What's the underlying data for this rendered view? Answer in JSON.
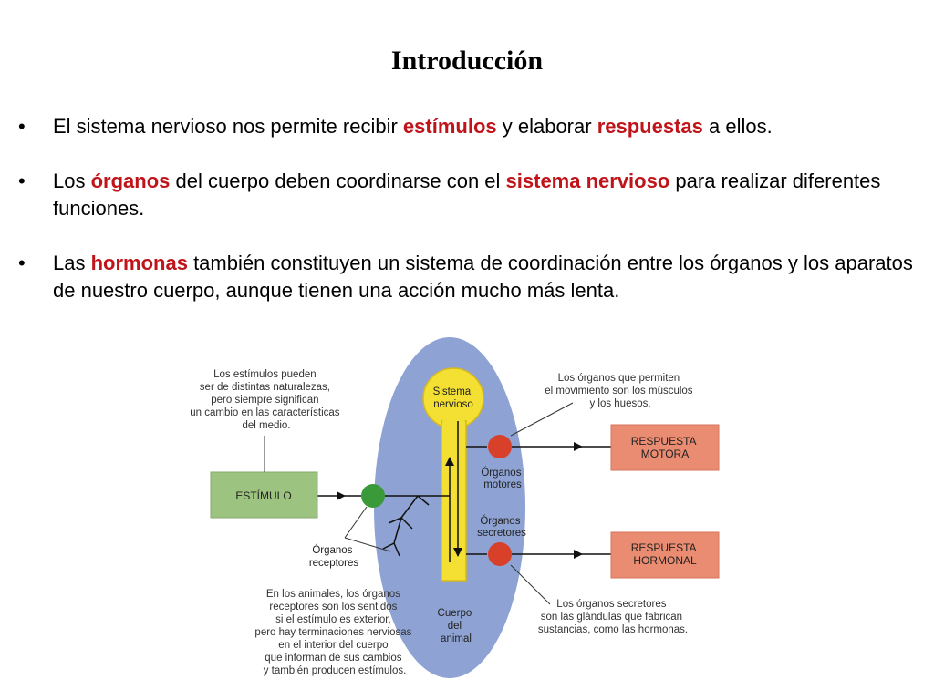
{
  "title": "Introducción",
  "bullets": [
    {
      "dot": "•",
      "p1": "El sistema nervioso nos permite recibir ",
      "h1": "estímulos",
      "p2": " y elaborar ",
      "h2": "respuestas",
      "p3": " a ellos."
    },
    {
      "dot": "•",
      "p1": "Los ",
      "h1": "órganos",
      "p2": " del cuerpo deben coordinarse con el ",
      "h2": "sistema nervioso",
      "p3": " para realizar diferentes funciones."
    },
    {
      "dot": "•",
      "p1": "Las ",
      "h1": "hormonas",
      "p2": " también constituyen un sistema de coordinación entre los órganos y los aparatos de nuestro cuerpo, aunque tienen una acción mucho más lenta."
    }
  ],
  "colors": {
    "highlight": "#c0141b",
    "body_ellipse": "#8ea3d3",
    "nerve": "#f3e033",
    "stimulus_box": "#9cc37f",
    "response_box": "#ea8c72",
    "receptor": "#3a9a3a",
    "effector": "#d8402a"
  },
  "diagram": {
    "stimulus_note": [
      "Los estímulos pueden",
      "ser de distintas naturalezas,",
      "pero siempre significan",
      "un cambio en las características",
      "del medio."
    ],
    "stimulus_box": "ESTÍMULO",
    "nervous_system": [
      "Sistema",
      "nervioso"
    ],
    "motor_organs": [
      "Órganos",
      "motores"
    ],
    "secretory_organs": [
      "Órganos",
      "secretores"
    ],
    "receptor_organs": [
      "Órganos",
      "receptores"
    ],
    "animal_body": [
      "Cuerpo",
      "del",
      "animal"
    ],
    "motor_note": [
      "Los órganos que permiten",
      "el movimiento son los músculos",
      "y los huesos."
    ],
    "motor_response": [
      "RESPUESTA",
      "MOTORA"
    ],
    "hormonal_response": [
      "RESPUESTA",
      "HORMONAL"
    ],
    "secretory_note": [
      "Los órganos secretores",
      "son las glándulas que fabrican",
      "sustancias, como las hormonas."
    ],
    "receptor_note": [
      "En los animales, los órganos",
      "receptores son los sentidos",
      "si el estímulo es exterior,",
      "pero hay terminaciones nerviosas",
      "en el interior del cuerpo",
      "que informan de sus cambios",
      "y también producen estímulos."
    ]
  }
}
